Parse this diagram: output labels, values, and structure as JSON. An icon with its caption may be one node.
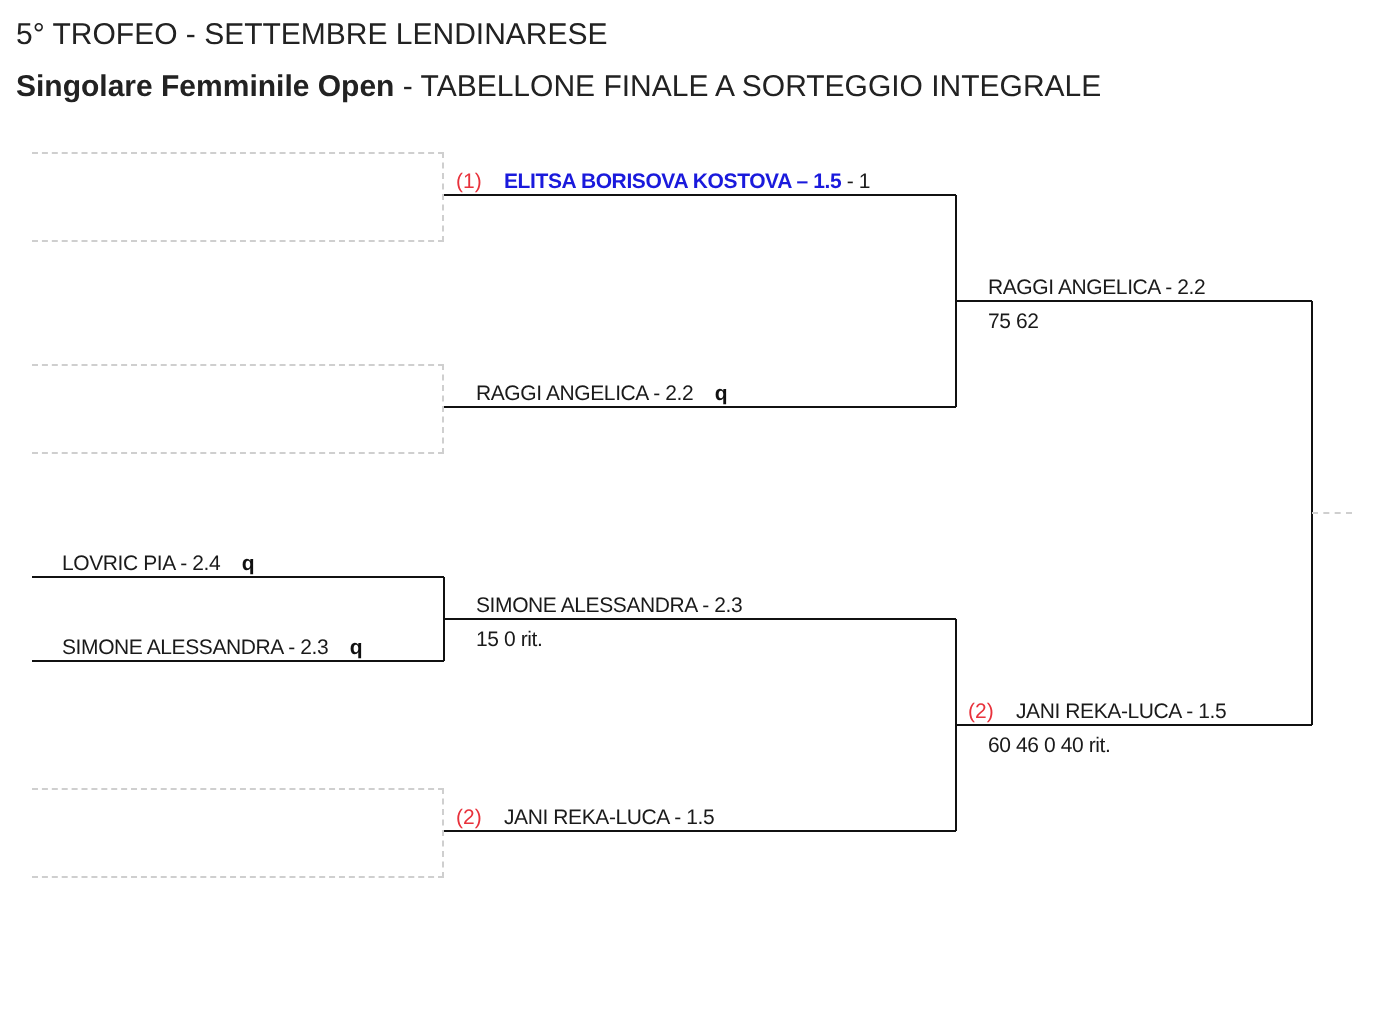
{
  "diagram": {
    "title": "5° TROFEO - SETTEMBRE LENDINARESE",
    "nodes": [
      {
        "text": [],
        "shape": "box"
      },
      {
        "text": [],
        "shape": "box"
      },
      {
        "text": [
          "LOVRIC PIA - 2.4 **q**"
        ]
      },
      {
        "text": [
          "SIMONE ALESSANDRA - 2.3 **q**"
        ]
      },
      {
        "text": [],
        "shape": "box"
      },
      {
        "text": [
          "**ELITSA BORISOVA KOSTOVA – 1.5** - 1"
        ],
        "beside": [
          "(1)"
        ]
      },
      {
        "text": [
          "RAGGI ANGELICA - 2.2 **q**"
        ]
      },
      {
        "text": [
          "SIMONE ALESSANDRA - 2.3",
          "15 0 rit."
        ]
      },
      {
        "text": [
          "JANI REKA-LUCA - 1.5"
        ],
        "beside": [
          "(2)"
        ]
      },
      {
        "text": [
          "RAGGI ANGELICA - 2.2",
          "75 62"
        ]
      },
      {
        "text": [
          "JANI REKA-LUCA - 1.5",
          "60 46 0 40 rit."
        ],
        "beside": [
          "(2)"
        ]
      },
      {
        "text": [],
        "shape": "bar"
      }
    ],
    "edges": [
      {
        "from": 2,
        "to": 7,
        "arrow": "none"
      },
      {
        "from": 3,
        "to": 7,
        "arrow": "none"
      },
      {
        "from": 5,
        "to": 9,
        "arrow": "none"
      },
      {
        "from": 6,
        "to": 9,
        "arrow": "none"
      },
      {
        "from": 7,
        "to": 10,
        "arrow": "none"
      },
      {
        "from": 8,
        "to": 10,
        "arrow": "none"
      },
      {
        "from": 9,
        "to": 11,
        "arrow": "none"
      },
      {
        "from": 10,
        "to": 11,
        "arrow": "none"
      }
    ],
    "labels": [
      "**Singolare Femminile Open** - TABELLONE FINALE A SORTEGGIO INTEGRALE"
    ]
  }
}
